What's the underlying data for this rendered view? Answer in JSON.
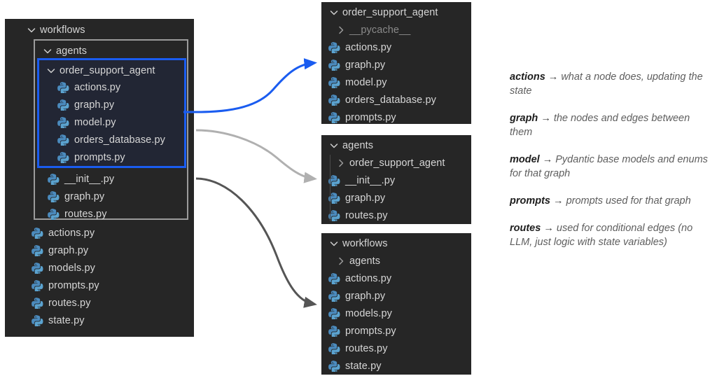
{
  "colors": {
    "panel_bg": "#262626",
    "selected_bg": "#222634",
    "selected_border": "#1a5cf0",
    "group_border": "#9b9b9b",
    "text": "#d6d6d6",
    "text_dim": "#8a8a8a",
    "arrow_blue": "#1a5cf0",
    "arrow_light_gray": "#b0b0b0",
    "arrow_dark_gray": "#555555",
    "page_bg": "#ffffff"
  },
  "left_panel": {
    "name": "project-tree-workflows",
    "root": {
      "label": "workflows",
      "chevron": "chevron-down-icon"
    },
    "agents_group": {
      "label": "agents",
      "chevron": "chevron-down-icon",
      "highlighted_folder": {
        "label": "order_support_agent",
        "chevron": "chevron-down-icon",
        "files": [
          "actions.py",
          "graph.py",
          "model.py",
          "orders_database.py",
          "prompts.py"
        ]
      },
      "files": [
        "__init__.py",
        "graph.py",
        "routes.py"
      ]
    },
    "root_files": [
      "actions.py",
      "graph.py",
      "models.py",
      "prompts.py",
      "routes.py",
      "state.py"
    ]
  },
  "panel_a": {
    "name": "order-support-agent-panel",
    "header": {
      "label": "order_support_agent",
      "chevron": "chevron-down-icon"
    },
    "items": [
      {
        "label": "__pycache__",
        "icon": "chevron-right-icon",
        "type": "folder",
        "dim": true
      },
      {
        "label": "actions.py",
        "icon": "python-file-icon",
        "type": "file",
        "dim": false
      },
      {
        "label": "graph.py",
        "icon": "python-file-icon",
        "type": "file",
        "dim": false
      },
      {
        "label": "model.py",
        "icon": "python-file-icon",
        "type": "file",
        "dim": false
      },
      {
        "label": "orders_database.py",
        "icon": "python-file-icon",
        "type": "file",
        "dim": false
      },
      {
        "label": "prompts.py",
        "icon": "python-file-icon",
        "type": "file",
        "dim": false
      }
    ]
  },
  "panel_b": {
    "name": "agents-panel",
    "header": {
      "label": "agents",
      "chevron": "chevron-down-icon"
    },
    "items": [
      {
        "label": "order_support_agent",
        "icon": "chevron-right-icon",
        "type": "folder",
        "dim": false
      },
      {
        "label": "__init__.py",
        "icon": "python-file-icon",
        "type": "file",
        "dim": false
      },
      {
        "label": "graph.py",
        "icon": "python-file-icon",
        "type": "file",
        "dim": false
      },
      {
        "label": "routes.py",
        "icon": "python-file-icon",
        "type": "file",
        "dim": false
      }
    ]
  },
  "panel_c": {
    "name": "workflows-panel",
    "header": {
      "label": "workflows",
      "chevron": "chevron-down-icon"
    },
    "items": [
      {
        "label": "agents",
        "icon": "chevron-right-icon",
        "type": "folder",
        "dim": false
      },
      {
        "label": "actions.py",
        "icon": "python-file-icon",
        "type": "file",
        "dim": false
      },
      {
        "label": "graph.py",
        "icon": "python-file-icon",
        "type": "file",
        "dim": false
      },
      {
        "label": "models.py",
        "icon": "python-file-icon",
        "type": "file",
        "dim": false
      },
      {
        "label": "prompts.py",
        "icon": "python-file-icon",
        "type": "file",
        "dim": false
      },
      {
        "label": "routes.py",
        "icon": "python-file-icon",
        "type": "file",
        "dim": false
      },
      {
        "label": "state.py",
        "icon": "python-file-icon",
        "type": "file",
        "dim": false
      }
    ]
  },
  "notes": [
    {
      "term": "actions",
      "arrow": "→",
      "desc": "what a node does, updating the state"
    },
    {
      "term": "graph",
      "arrow": "→",
      "desc": "the nodes and edges between them"
    },
    {
      "term": "model",
      "arrow": "→",
      "desc": "Pydantic base models and enums for that graph"
    },
    {
      "term": "prompts",
      "arrow": "→",
      "desc": "prompts used for that graph"
    },
    {
      "term": "routes",
      "arrow": "→",
      "desc": "used for conditional edges (no LLM, just logic with state variables)"
    }
  ],
  "connectors": [
    {
      "name": "connector-order-support-agent",
      "color": "#1a5cf0"
    },
    {
      "name": "connector-agents",
      "color": "#b0b0b0"
    },
    {
      "name": "connector-workflows",
      "color": "#555555"
    }
  ]
}
